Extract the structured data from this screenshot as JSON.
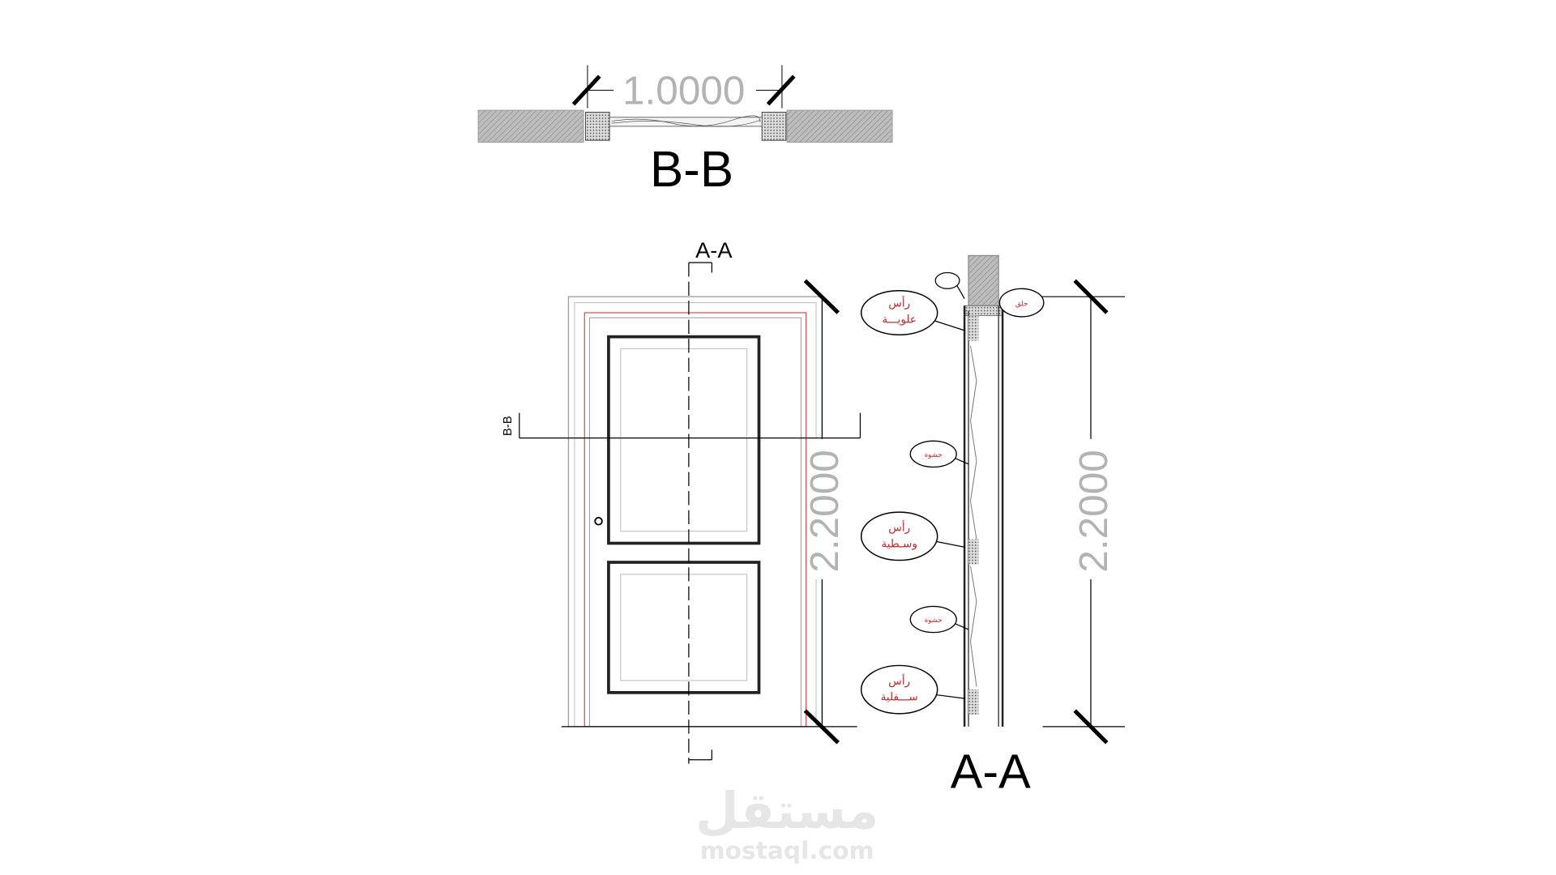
{
  "plan_section": {
    "title": "B-B",
    "width_dimension": "1.0000"
  },
  "elevation": {
    "centerline_label": "A-A",
    "section_cut_label": "B-B",
    "height_dimension": "2.2000"
  },
  "side_section": {
    "title": "A-A",
    "height_dimension": "2.2000",
    "callouts": [
      {
        "line1": "رأس",
        "line2": "علويـــة"
      },
      {
        "line1": "حشوة",
        "line2": ""
      },
      {
        "line1": "رأس",
        "line2": "وسـطية"
      },
      {
        "line1": "حشوة",
        "line2": ""
      },
      {
        "line1": "رأس",
        "line2": "ســـفلية"
      },
      {
        "line1": "حلق",
        "line2": ""
      }
    ]
  },
  "watermark": {
    "arabic": "مستقل",
    "latin": "mostaql.com"
  },
  "colors": {
    "callout_text": "#c0272d",
    "dimension_text": "#b3b3b3",
    "frame_red": "#d04040"
  }
}
